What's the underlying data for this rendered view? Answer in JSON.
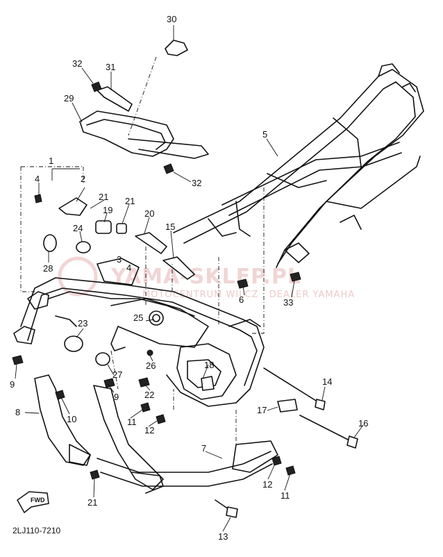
{
  "diagram_code": "2LJ110-7210",
  "watermark": {
    "main": "YAMA-SKLEP.PL",
    "sub": "MOTOCENTRUM WILCZ · DEALER YAMAHA"
  },
  "fwd_label": "FWD",
  "callouts": [
    {
      "id": "c30",
      "label": "30"
    },
    {
      "id": "c32a",
      "label": "32"
    },
    {
      "id": "c31",
      "label": "31"
    },
    {
      "id": "c29",
      "label": "29"
    },
    {
      "id": "c5",
      "label": "5"
    },
    {
      "id": "c32b",
      "label": "32"
    },
    {
      "id": "c1",
      "label": "1"
    },
    {
      "id": "c4",
      "label": "4"
    },
    {
      "id": "c2",
      "label": "2"
    },
    {
      "id": "c21a",
      "label": "21"
    },
    {
      "id": "c19",
      "label": "19"
    },
    {
      "id": "c21b",
      "label": "21"
    },
    {
      "id": "c20",
      "label": "20"
    },
    {
      "id": "c15",
      "label": "15"
    },
    {
      "id": "c24",
      "label": "24"
    },
    {
      "id": "c28",
      "label": "28"
    },
    {
      "id": "c3",
      "label": "3"
    },
    {
      "id": "c41",
      "label": "4"
    },
    {
      "id": "c6",
      "label": "6"
    },
    {
      "id": "c33",
      "label": "33"
    },
    {
      "id": "c23",
      "label": "23"
    },
    {
      "id": "c25",
      "label": "25"
    },
    {
      "id": "c26",
      "label": "26"
    },
    {
      "id": "c18",
      "label": "18"
    },
    {
      "id": "c27",
      "label": "27"
    },
    {
      "id": "c9a",
      "label": "9"
    },
    {
      "id": "c9b",
      "label": "9"
    },
    {
      "id": "c22",
      "label": "22"
    },
    {
      "id": "c14",
      "label": "14"
    },
    {
      "id": "c8",
      "label": "8"
    },
    {
      "id": "c10",
      "label": "10"
    },
    {
      "id": "c11a",
      "label": "11"
    },
    {
      "id": "c12a",
      "label": "12"
    },
    {
      "id": "c17",
      "label": "17"
    },
    {
      "id": "c16",
      "label": "16"
    },
    {
      "id": "c7",
      "label": "7"
    },
    {
      "id": "c12b",
      "label": "12"
    },
    {
      "id": "c11b",
      "label": "11"
    },
    {
      "id": "c21c",
      "label": "21"
    },
    {
      "id": "c13",
      "label": "13"
    }
  ]
}
